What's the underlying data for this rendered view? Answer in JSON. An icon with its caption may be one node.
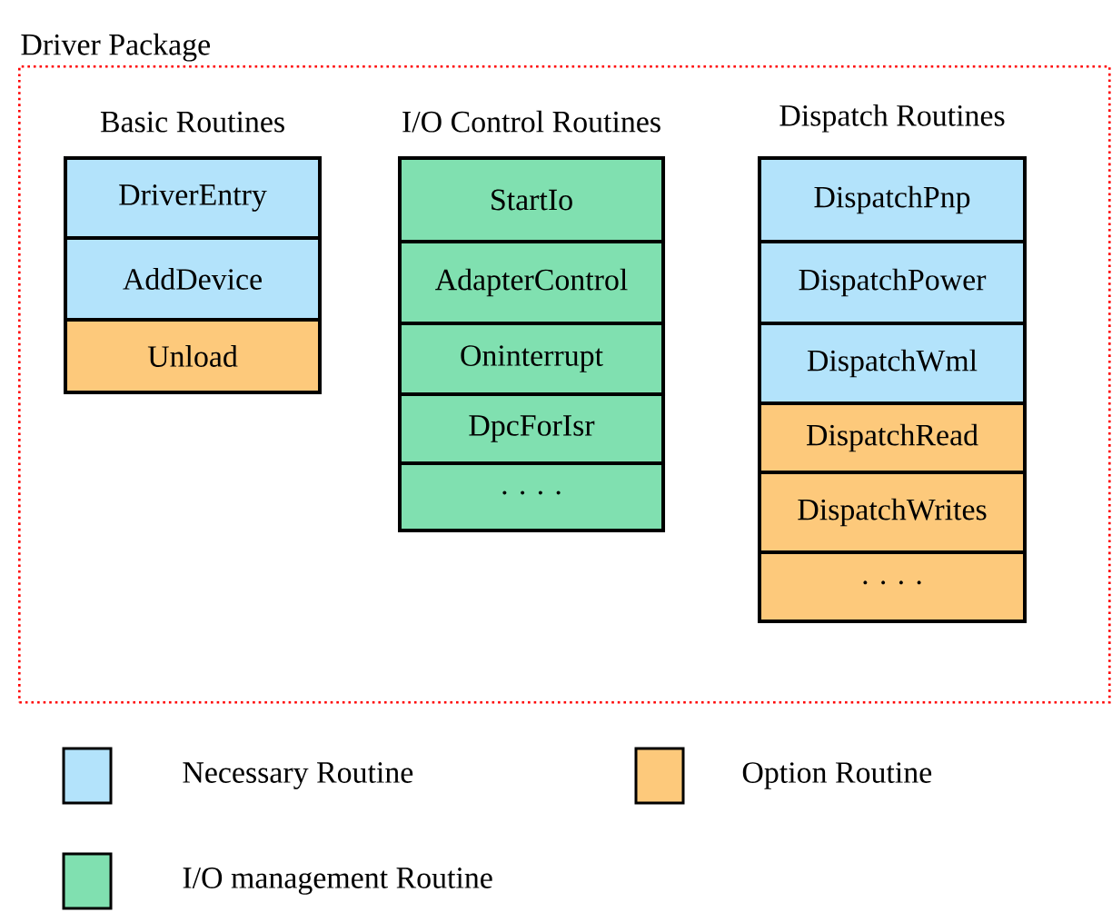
{
  "diagram": {
    "nodes": [
      {
        "text": [
          "Driver Package"
        ]
      },
      {
        "text": [
          "Basic Routines"
        ],
        "in": 0
      },
      {
        "text": [
          "DriverEntry"
        ],
        "in": 1
      },
      {
        "text": [
          "AddDevice"
        ],
        "in": 1
      },
      {
        "text": [
          "Unload"
        ],
        "in": 1
      },
      {
        "text": [
          "I/O Control Routines"
        ],
        "in": 0
      },
      {
        "text": [
          "StartIo"
        ],
        "in": 5
      },
      {
        "text": [
          "AdapterControl"
        ],
        "in": 5
      },
      {
        "text": [
          "Oninterrupt"
        ],
        "in": 5
      },
      {
        "text": [
          "DpcForIsr"
        ],
        "in": 5
      },
      {
        "text": [
          "· · · ·"
        ],
        "in": 5
      },
      {
        "text": [
          "Dispatch Routines"
        ],
        "in": 0
      },
      {
        "text": [
          "DispatchPnp"
        ],
        "in": 11
      },
      {
        "text": [
          "DispatchPower"
        ],
        "in": 11
      },
      {
        "text": [
          "DispatchWml"
        ],
        "in": 11
      },
      {
        "text": [
          "DispatchRead"
        ],
        "in": 11
      },
      {
        "text": [
          "DispatchWrites"
        ],
        "in": 11
      },
      {
        "text": [
          "· · · ·"
        ],
        "in": 11
      }
    ],
    "legend": [
      {
        "text": "Necessary Routine",
        "color": "#b3e3fb"
      },
      {
        "text": "Option Routine",
        "color": "#fdc97b"
      },
      {
        "text": "I/O management Routine",
        "color": "#80e0b0"
      }
    ]
  }
}
